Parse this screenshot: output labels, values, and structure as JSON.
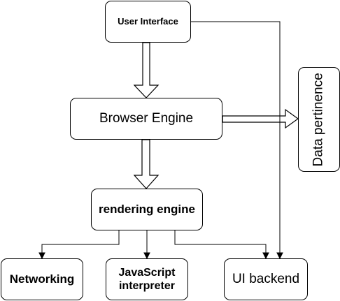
{
  "diagram": {
    "nodes": {
      "user_interface": "User Interface",
      "browser_engine": "Browser Engine",
      "rendering_engine": "rendering engine",
      "networking": "Networking",
      "js_interpreter_line1": "JavaScript",
      "js_interpreter_line2": "interpreter",
      "ui_backend": "UI backend",
      "data_persistence": "Data pertinence"
    },
    "edges": [
      {
        "from": "User Interface",
        "to": "Browser Engine",
        "style": "hollow-block-arrow"
      },
      {
        "from": "Browser Engine",
        "to": "rendering engine",
        "style": "hollow-block-arrow"
      },
      {
        "from": "Browser Engine",
        "to": "Data pertinence",
        "style": "hollow-block-arrow"
      },
      {
        "from": "User Interface",
        "to": "UI backend",
        "style": "line-arrow"
      },
      {
        "from": "rendering engine",
        "to": "Networking",
        "style": "line-arrow"
      },
      {
        "from": "rendering engine",
        "to": "JavaScript interpreter",
        "style": "line-arrow"
      },
      {
        "from": "rendering engine",
        "to": "UI backend",
        "style": "line-arrow"
      }
    ]
  }
}
